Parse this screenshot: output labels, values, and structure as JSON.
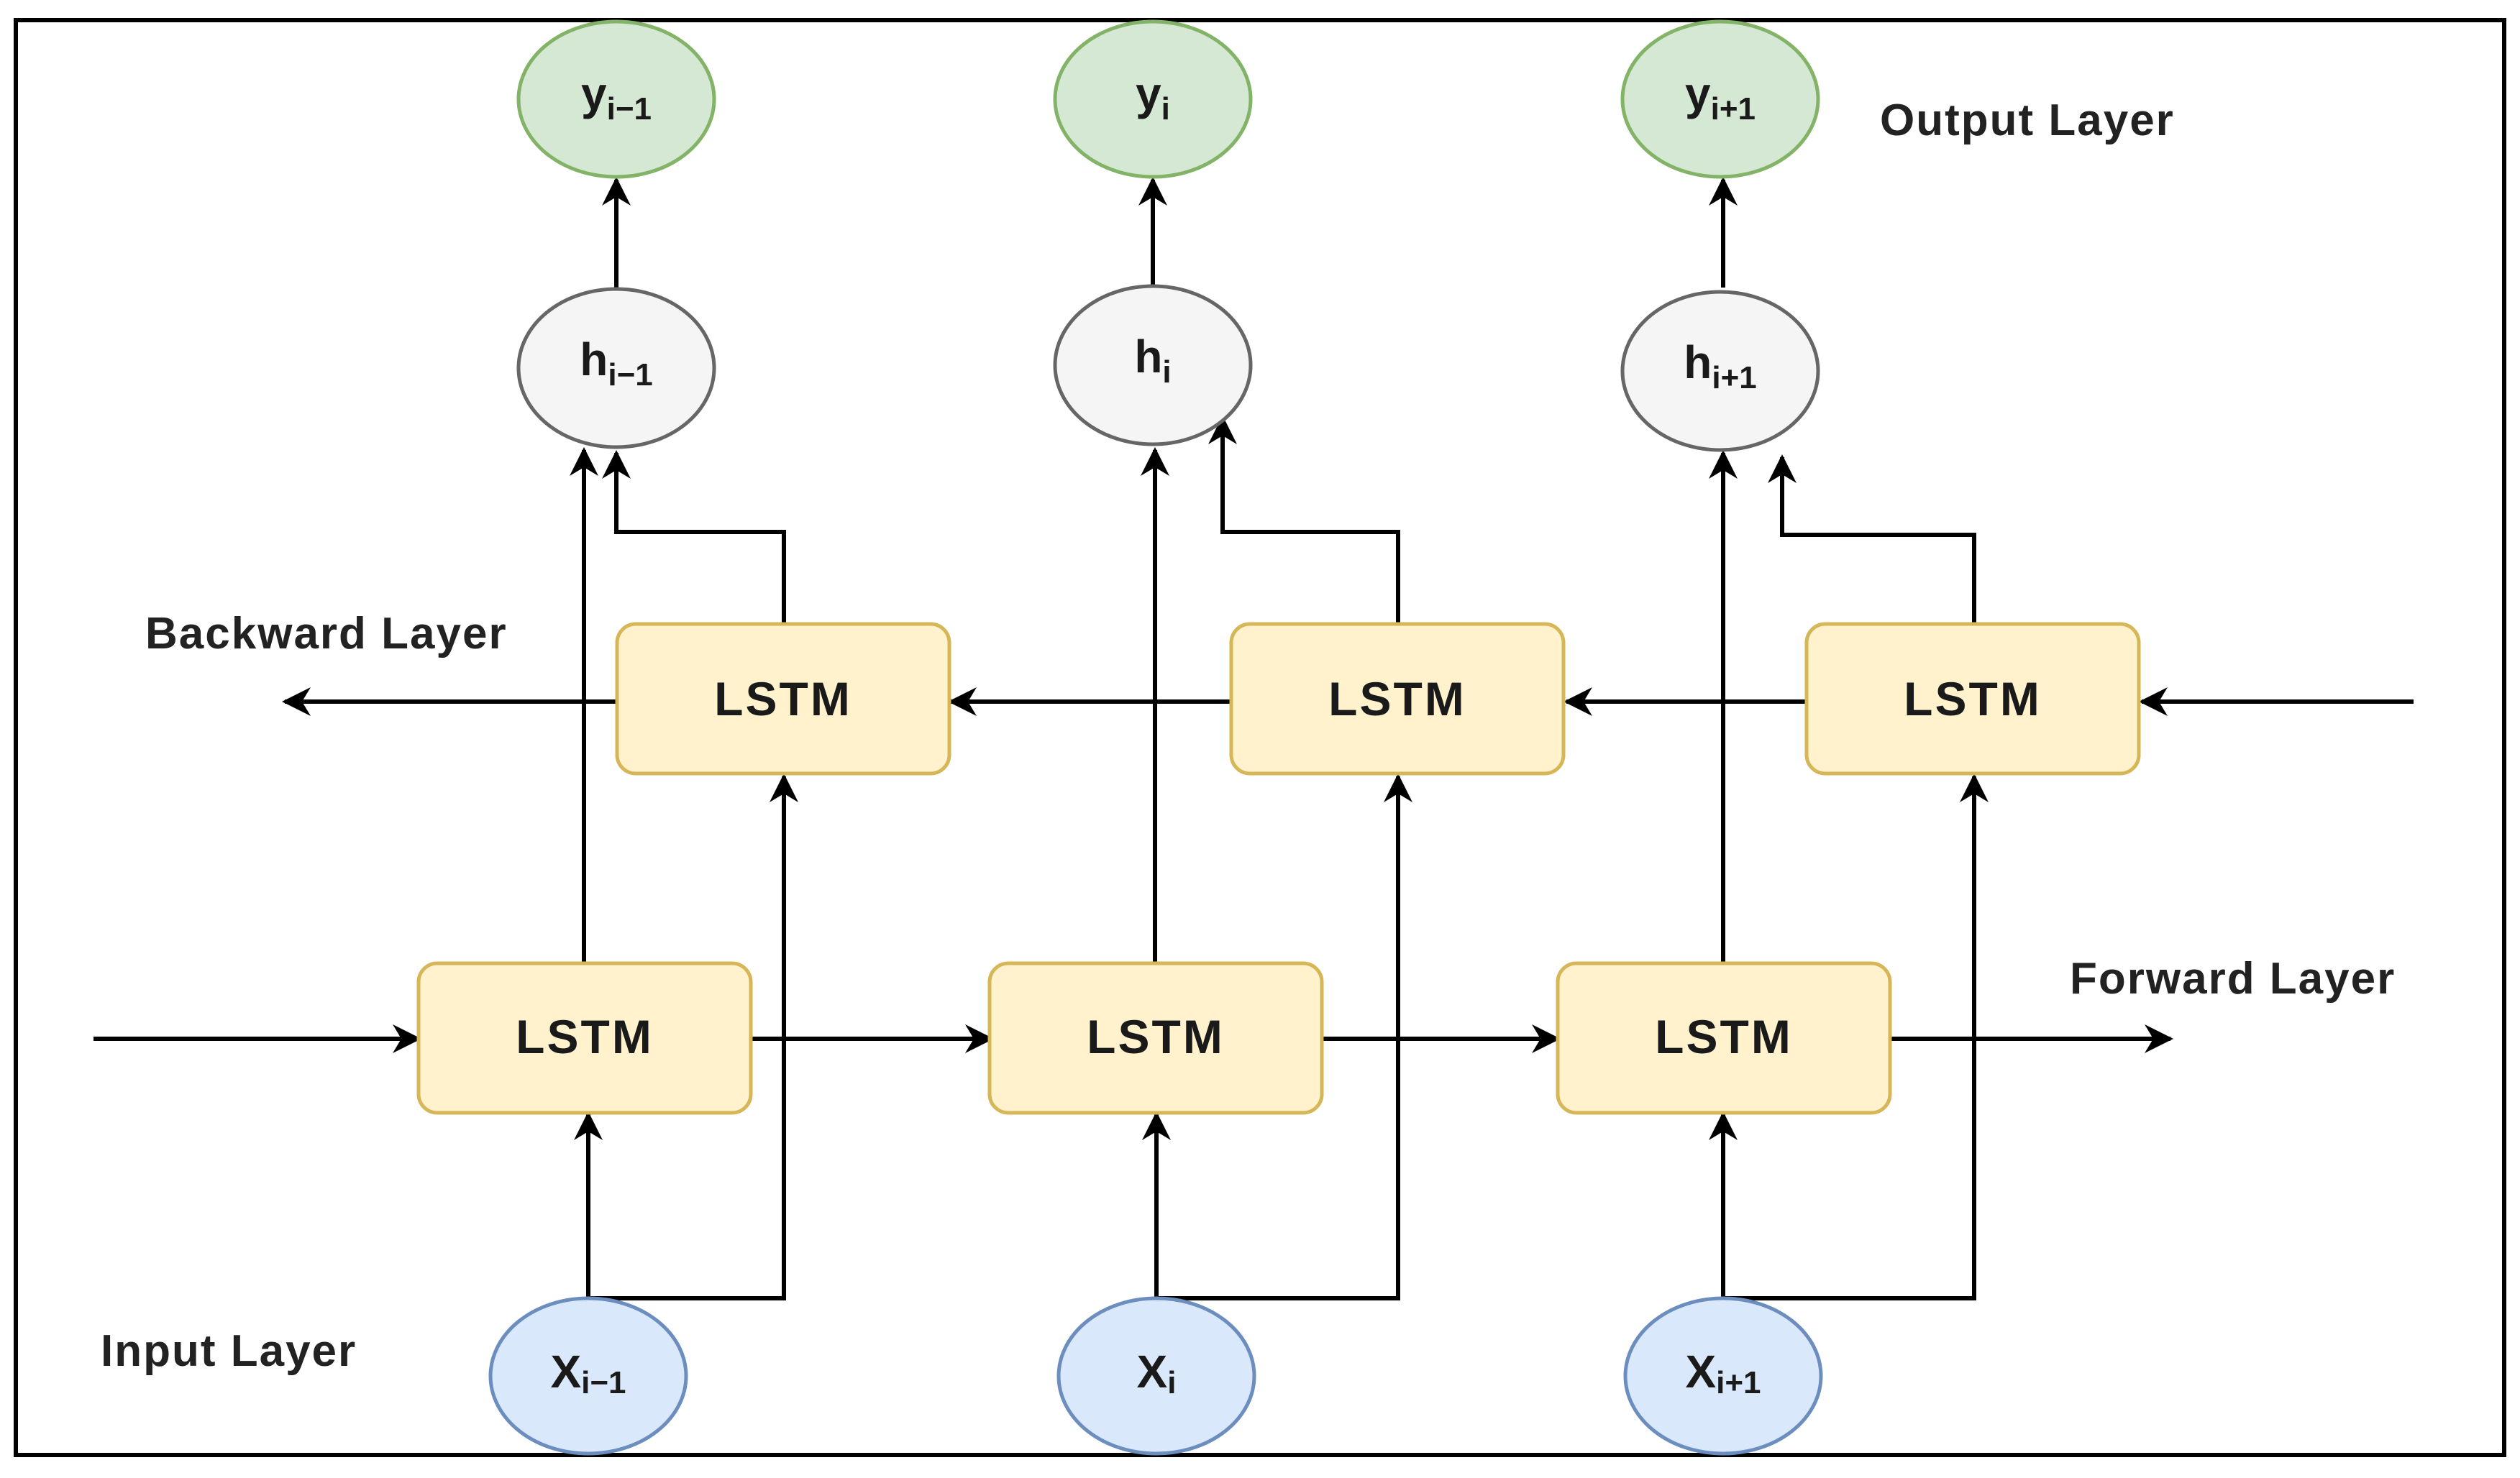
{
  "labels": {
    "output_layer": "Output Layer",
    "backward_layer": "Backward Layer",
    "forward_layer": "Forward Layer",
    "input_layer": "Input Layer"
  },
  "outputs": [
    {
      "base": "y",
      "sub": "i−1"
    },
    {
      "base": "y",
      "sub": "i"
    },
    {
      "base": "y",
      "sub": "i+1"
    }
  ],
  "hidden": [
    {
      "base": "h",
      "sub": "i−1"
    },
    {
      "base": "h",
      "sub": "i"
    },
    {
      "base": "h",
      "sub": "i+1"
    }
  ],
  "inputs": [
    {
      "base": "X",
      "sub": "i−1"
    },
    {
      "base": "X",
      "sub": "i"
    },
    {
      "base": "X",
      "sub": "i+1"
    }
  ],
  "backward_cells": [
    "LSTM",
    "LSTM",
    "LSTM"
  ],
  "forward_cells": [
    "LSTM",
    "LSTM",
    "LSTM"
  ],
  "colors": {
    "output_fill": "#d5e8d4",
    "hidden_fill": "#f5f5f5",
    "input_fill": "#dae8fc",
    "lstm_fill": "#fff2cc"
  }
}
